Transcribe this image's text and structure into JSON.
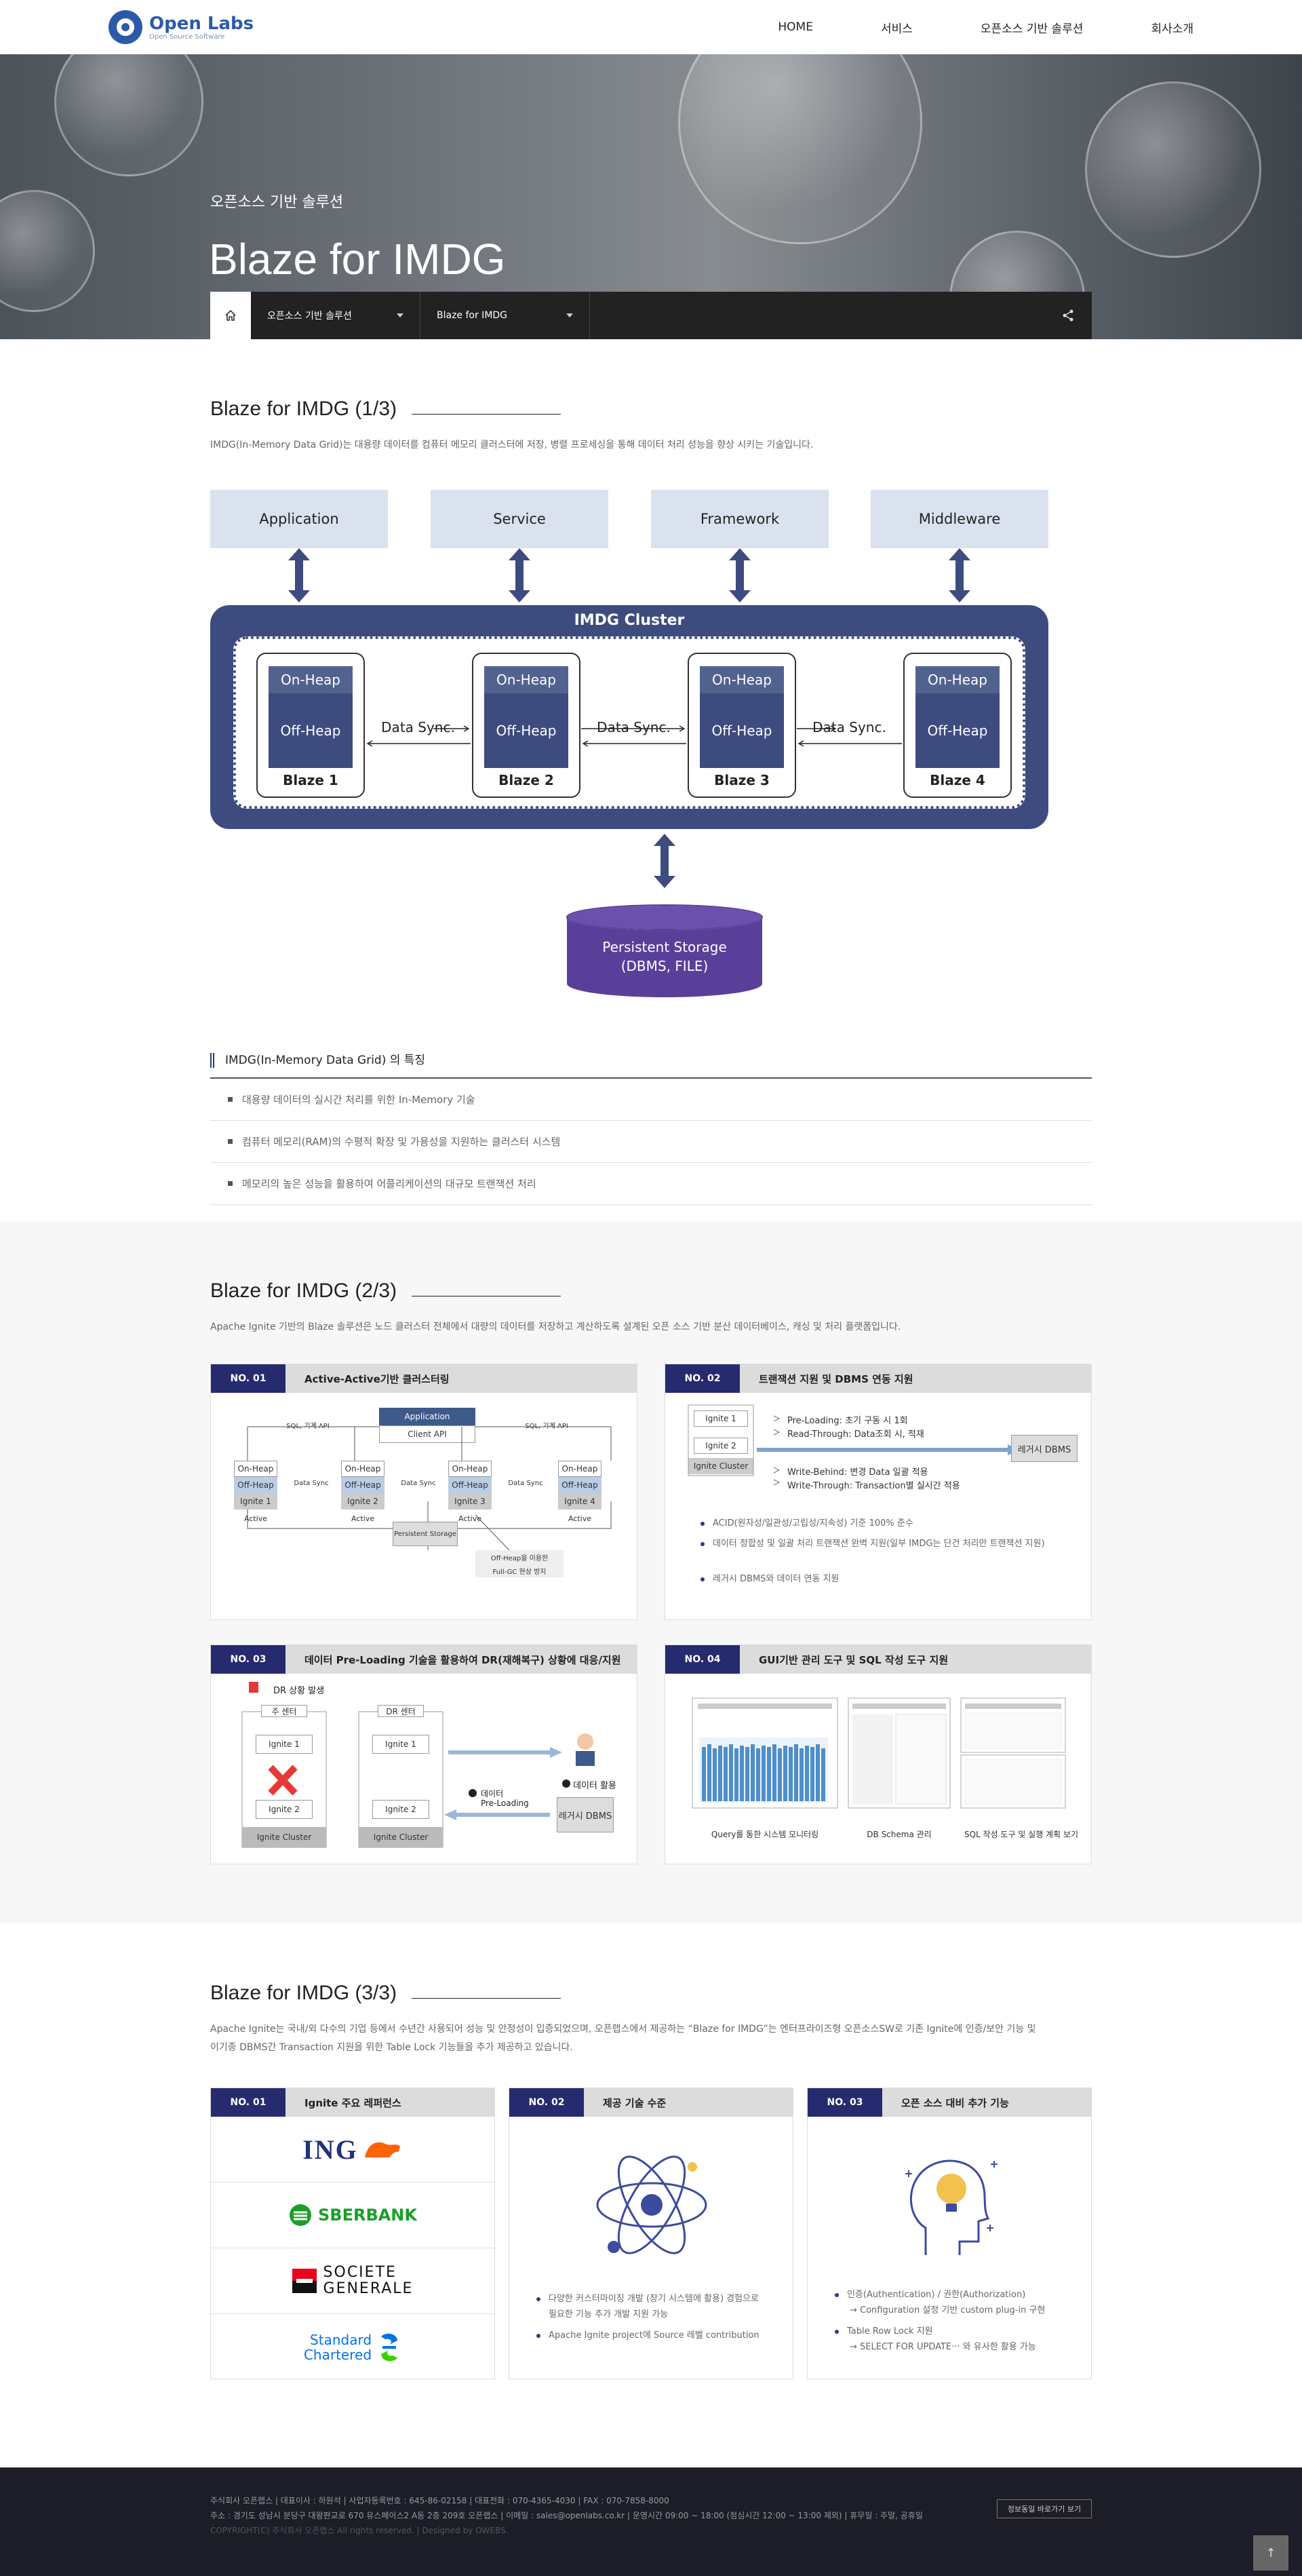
{
  "header": {
    "logo_title": "Open Labs",
    "logo_sub": "Open Source Software",
    "nav": [
      "HOME",
      "서비스",
      "오픈소스 기반 솔루션",
      "회사소개"
    ]
  },
  "hero": {
    "subtitle": "오픈소스 기반 솔루션",
    "title": "Blaze for IMDG",
    "location": [
      "오픈소스 기반 솔루션",
      "Blaze for IMDG"
    ]
  },
  "sec1": {
    "title": "Blaze for IMDG (1/3)",
    "desc": "IMDG(In-Memory Data Grid)는 대용량 데이터를 컴퓨터 메모리 클러스터에 저장, 병렬 프로세싱을 통해 데이터 처리 성능을 향상 시키는 기술입니다.",
    "layers": [
      "Application",
      "Service",
      "Framework",
      "Middleware"
    ],
    "cluster_title": "IMDG Cluster",
    "on_heap": "On-Heap",
    "off_heap": "Off-Heap",
    "nodes": [
      "Blaze 1",
      "Blaze 2",
      "Blaze 3",
      "Blaze 4"
    ],
    "sync_label": "Data Sync.",
    "storage_line1": "Persistent Storage",
    "storage_line2": "(DBMS, FILE)",
    "features_title": "IMDG(In-Memory Data Grid) 의 특징",
    "features": [
      "대용량 데이터의 실시간 처리를 위한 In-Memory 기술",
      "컴퓨터 메모리(RAM)의 수평적 확장 및 가용성을 지원하는 클러스터 시스템",
      "메모리의 높은 성능을 활용하여 어플리케이션의 대규모 트랜잭션 처리"
    ]
  },
  "sec2": {
    "title": "Blaze for IMDG (2/3)",
    "desc": "Apache Ignite 기반의 Blaze 솔루션은 노드 클러스터 전체에서 대량의 데이터를 저장하고 계산하도록 설계된 오픈 소스 기반 분산 데이터베이스, 캐싱 및 처리 플랫폼입니다.",
    "cards": [
      {
        "no": "NO. 01",
        "title": "Active-Active기반 클러스터링"
      },
      {
        "no": "NO. 02",
        "title": "트랜잭션 지원 및 DBMS 연동 지원"
      },
      {
        "no": "NO. 03",
        "title": "데이터 Pre-Loading 기술을 활용하여 DR(재해복구) 상황에 대응/지원"
      },
      {
        "no": "NO. 04",
        "title": "GUI기반 관리 도구 및 SQL 작성 도구 지원"
      }
    ],
    "c1": {
      "application": "Application",
      "client_api": "Client API",
      "sql_left": "SQL, 기계 API",
      "sql_right": "SQL, 기계 API",
      "on_heap": "On-Heap",
      "off_heap": "Off-Heap",
      "ignites": [
        "Ignite 1",
        "Ignite 2",
        "Ignite 3",
        "Ignite 4"
      ],
      "sync": "Data Sync",
      "active": "Active",
      "storage": "Persistent Storage",
      "note1": "Off-Heap을 이용한",
      "note2": "Full-GC 현상 방지"
    },
    "c2": {
      "ignite1": "Ignite 1",
      "ignite2": "Ignite 2",
      "cluster": "Ignite Cluster",
      "legacy": "레거시 DBMS",
      "line1": "Pre-Loading: 초기 구동 시 1회",
      "line2": "Read-Through: Data조회 시, 적재",
      "line3": "Write-Behind: 변경 Data 일괄 적용",
      "line4": "Write-Through: Transaction별 실시간 적용",
      "bullets": [
        "ACID(원자성/일관성/고립성/지속성) 기준 100% 준수",
        "데이터 정합성 및 일괄 처리 트랜잭션 완벽 지원(일부 IMDG는 단건 처리만 트랜잭션 지원)",
        "레거시 DBMS와 데이터 연동 지원"
      ]
    },
    "c3": {
      "dr_event": "DR 상황 발생",
      "main_center": "주 센터",
      "dr_center": "DR 센터",
      "ignite1": "Ignite 1",
      "ignite2": "Ignite 2",
      "cluster": "Ignite Cluster",
      "data_use": "데이터 활용",
      "data_preload1": "데이터",
      "data_preload2": "Pre-Loading",
      "legacy": "레거시 DBMS"
    },
    "c4": {
      "captions": [
        "Query를 통한 시스템 모니터링",
        "DB Schema 관리",
        "SQL 작성 도구 및 실행 계획 보기"
      ]
    }
  },
  "sec3": {
    "title": "Blaze for IMDG (3/3)",
    "desc1": "Apache Ignite는 국내/외 다수의 기업 등에서 수년간 사용되어 성능 및 안정성이 입증되었으며, 오픈랩스에서 제공하는 “Blaze for IMDG”는 엔터프라이즈형 오픈소스SW로 기존 Ignite에 인증/보안 기능 및",
    "desc2": "이기종 DBMS간 Transaction 지원을 위한 Table Lock 기능들을 추가 제공하고 있습니다.",
    "cards": [
      {
        "no": "NO. 01",
        "title": "Ignite 주요 레퍼런스"
      },
      {
        "no": "NO. 02",
        "title": "제공 기술 수준"
      },
      {
        "no": "NO. 03",
        "title": "오픈 소스 대비 추가 기능"
      }
    ],
    "refs": [
      "ING",
      "SBERBANK",
      "SOCIETE",
      "GENERALE",
      "Standard",
      "Chartered"
    ],
    "tech_bullets": [
      "다양한 커스터마이징 개발 (장기 시스템에 활용) 경험으로",
      "필요한 기능 추가 개발 지원 가능",
      "Apache Ignite project에 Source 레벨 contribution"
    ],
    "extra_bullets": [
      "인증(Authentication) / 권한(Authorization)",
      "→ Configuration 설정 기반 custom plug-in 구현",
      "Table Row Lock 지원",
      "→ SELECT FOR UPDATE··· 와 유사한 활용 가능"
    ]
  },
  "footer": {
    "line1": "주식회사 오픈랩스  |  대표이사 : 하원석  |  사업자등록번호 : 645-86-02158  |  대표전화 : 070-4365-4030  |  FAX : 070-7858-8000",
    "line2": "주소 : 경기도 성남시 분당구 대왕판교로 670 유스페이스2 A동 2층 209호 오픈랩스  |  이메일 : sales@openlabs.co.kr  |  운영시간 09:00 ~ 18:00 (점심시간 12:00 ~ 13:00 제외)  |  휴무일 : 주말, 공휴일",
    "line3": "COPYRIGHT(C) 주식회사 오픈랩스 All rights reserved.  |  Designed by OWEBS.",
    "button": "정보동일 바로가기 보기",
    "top": "↑"
  }
}
